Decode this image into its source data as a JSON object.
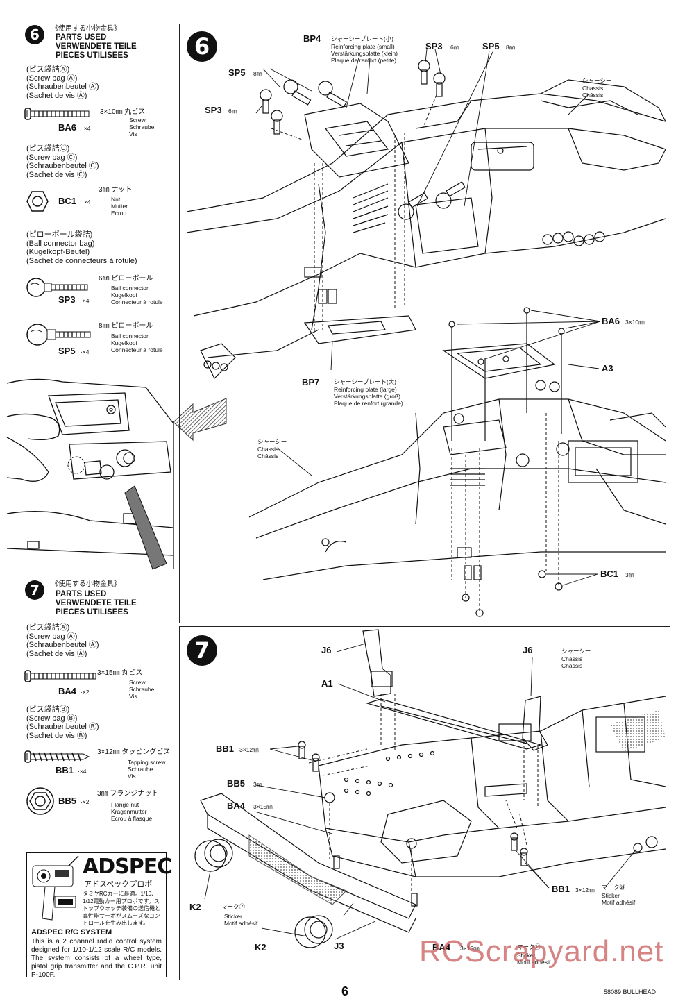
{
  "step6": {
    "number": "6",
    "header_jp": "《使用する小物金具》",
    "header_en": "PARTS USED",
    "header_de": "VERWENDETE TEILE",
    "header_fr": "PIECES UTILISEES",
    "bag_a": "(ビス袋詰Ⓐ)\n(Screw bag Ⓐ)\n(Schraubenbeutel Ⓐ)\n(Sachet de vis Ⓐ)",
    "ba6_spec": "3×10㎜ 丸ビス",
    "ba6_desc": "Screw\nSchraube\nVis",
    "ba6_code": "BA6",
    "ba6_qty": "·×4",
    "bag_c": "(ビス袋詰Ⓒ)\n(Screw bag Ⓒ)\n(Schraubenbeutel Ⓒ)\n(Sachet de vis Ⓒ)",
    "bc1_spec": "3㎜ ナット",
    "bc1_desc": "Nut\nMutter\nEcrou",
    "bc1_code": "BC1",
    "bc1_qty": "·×4",
    "bag_ball": "(ピローボール袋詰)\n(Ball connector bag)\n(Kugelkopf-Beutel)\n(Sachet de connecteurs à rotule)",
    "sp3_spec": "6㎜ ピローボール",
    "sp3_desc": "Ball connector\nKugelkopf\nConnecteur à rotule",
    "sp3_code": "SP3",
    "sp3_qty": "·×4",
    "sp5_spec": "8㎜ ピローボール",
    "sp5_desc": "Ball connector\nKugelkopf\nConnecteur à rotule",
    "sp5_code": "SP5",
    "sp5_qty": "·×4"
  },
  "step7": {
    "number": "7",
    "header_jp": "《使用する小物金具》",
    "header_en": "PARTS USED",
    "header_de": "VERWENDETE TEILE",
    "header_fr": "PIECES UTILISEES",
    "bag_a": "(ビス袋詰Ⓐ)\n(Screw bag Ⓐ)\n(Schraubenbeutel Ⓐ)\n(Sachet de vis Ⓐ)",
    "ba4_spec": "3×15㎜ 丸ビス",
    "ba4_desc": "Screw\nSchraube\nVis",
    "ba4_code": "BA4",
    "ba4_qty": "·×2",
    "bag_b": "(ビス袋詰Ⓑ)\n(Screw bag Ⓑ)\n(Schraubenbeutel Ⓑ)\n(Sachet de vis Ⓑ)",
    "bb1_spec": "3×12㎜ タッピングビス",
    "bb1_desc": "Tapping screw\nSchraube\nVis",
    "bb1_code": "BB1",
    "bb1_qty": "·×4",
    "bb5_spec": "3㎜ フランジナット",
    "bb5_desc": "Flange nut\nKragenmutter\nEcrou à flasque",
    "bb5_code": "BB5",
    "bb5_qty": "·×2"
  },
  "adspec": {
    "logo": "ADSPEC",
    "logo_jp": "アドスペックプロポ",
    "jp_text": "タミヤRCカーに最適。1/10、1/12電動カー用プロポです。ストップウォッチ装備の送信機と高性能サーボがスムーズなコントロールを生み出します。",
    "title": "ADSPEC R/C SYSTEM",
    "body": "This is a 2 channel radio control system designed for 1/10-1/12 scale R/C models. The system consists of a wheel type, pistol grip transmitter and the C.P.R. unit P-100F."
  },
  "diagram6": {
    "number": "6",
    "bp4": "BP4",
    "bp4_jp": "シャーシープレート(小)",
    "bp4_desc": "Reinforcing plate (small)\nVerstärkungsplatte (klein)\nPlaque de renfort (petite)",
    "sp3": "SP3",
    "sp3_mm": "6㎜",
    "sp5": "SP5",
    "sp5_mm": "8㎜",
    "chassis_jp": "シャーシー",
    "chassis_desc": "Chassis\nChâssis",
    "bp7": "BP7",
    "bp7_jp": "シャーシープレート(大)",
    "bp7_desc": "Reinforcing plate (large)\nVerstärkungsplatte (groß)\nPlaque de renfort (grande)",
    "ba6": "BA6",
    "ba6_mm": "3×10㎜",
    "a3": "A3",
    "bc1": "BC1",
    "bc1_mm": "3㎜"
  },
  "diagram7": {
    "number": "7",
    "j6": "J6",
    "a1": "A1",
    "chassis_jp": "シャーシー",
    "chassis_desc": "Chassis\nChâssis",
    "bb1": "BB1",
    "bb1_mm": "3×12㎜",
    "bb5": "BB5",
    "bb5_mm": "3㎜",
    "ba4": "BA4",
    "ba4_mm": "3×15㎜",
    "k2": "K2",
    "mark7_jp": "マーク⑦",
    "mark7_desc": "Sticker\nMotif adhésif",
    "j3": "J3",
    "mark23_jp": "マーク㉓",
    "mark23_desc": "Sticker\nMotif adhésif",
    "mark24_jp": "マーク㉔",
    "mark24_desc": "Sticker\nMotif adhésif"
  },
  "footer": {
    "page_number": "6",
    "code": "58089 BULLHEAD",
    "watermark": "RCScrapyard.net"
  }
}
